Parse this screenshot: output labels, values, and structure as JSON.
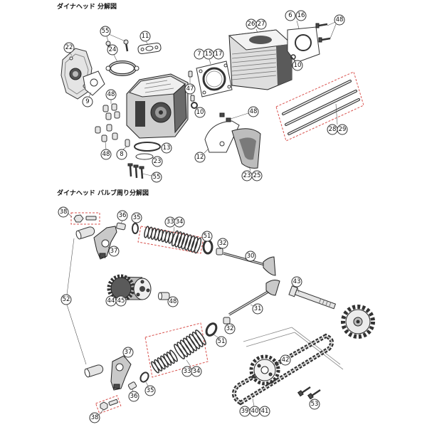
{
  "sections": {
    "head_title": "ダイナヘッド 分解図",
    "valve_title": "ダイナヘッド バルブ周り分解図"
  },
  "head_callouts": [
    "55",
    "11",
    "22",
    "24",
    "6",
    "16",
    "48",
    "26",
    "27",
    "7",
    "15",
    "17",
    "10",
    "47",
    "9",
    "48",
    "10",
    "48",
    "28",
    "29",
    "48",
    "8",
    "13",
    "12",
    "23",
    "55",
    "23",
    "25"
  ],
  "valve_callouts": [
    "38",
    "36",
    "35",
    "33",
    "34",
    "51",
    "32",
    "37",
    "30",
    "43",
    "44",
    "45",
    "48",
    "52",
    "31",
    "32",
    "51",
    "37",
    "42",
    "33",
    "34",
    "35",
    "36",
    "38",
    "39",
    "40",
    "41",
    "53"
  ]
}
